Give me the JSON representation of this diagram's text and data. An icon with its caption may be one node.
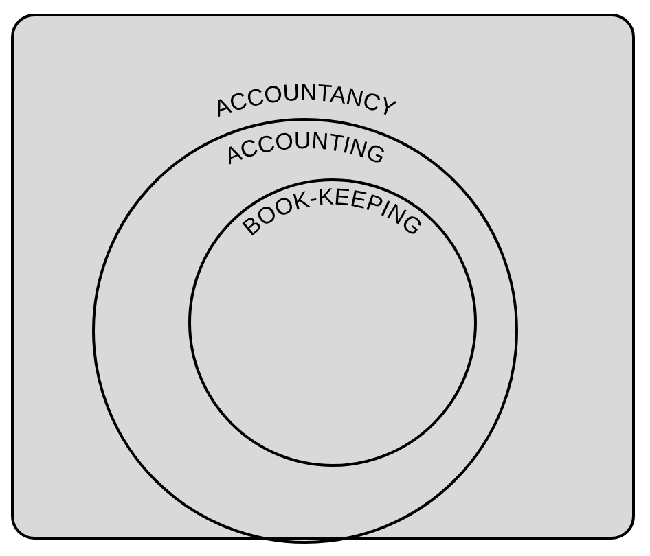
{
  "diagram": {
    "nodes": [
      {
        "text": [
          "ACCOUNTANCY"
        ]
      },
      {
        "text": [
          "ACCOUNTING"
        ],
        "in": 0
      },
      {
        "text": [
          "BOOK-KEEPING"
        ],
        "in": 1
      }
    ]
  }
}
